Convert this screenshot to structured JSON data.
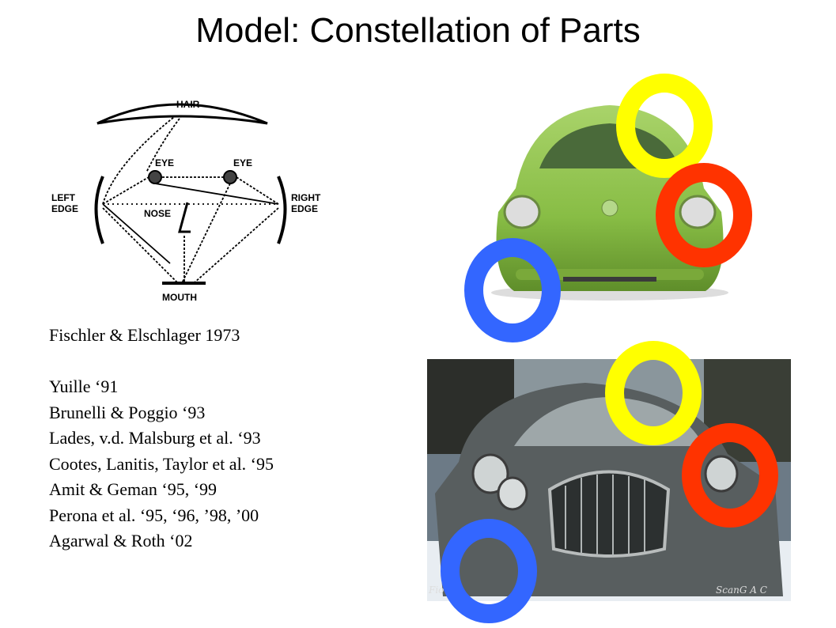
{
  "slide": {
    "title": "Model: Constellation of Parts"
  },
  "diagram": {
    "labels": {
      "hair": "HAIR",
      "eye_left": "EYE",
      "eye_right": "EYE",
      "left_edge_1": "LEFT",
      "left_edge_2": "EDGE",
      "right_edge_1": "RIGHT",
      "right_edge_2": "EDGE",
      "nose": "NOSE",
      "mouth": "MOUTH"
    }
  },
  "references": {
    "origin": "Fischler & Elschlager 1973",
    "items": [
      "Yuille ‘91",
      "Brunelli & Poggio ‘93",
      "Lades, v.d. Malsburg et al. ‘93",
      "Cootes, Lanitis, Taylor et al. ‘95",
      "Amit & Geman ‘95, ‘99",
      "Perona et al.  ‘95, ‘96, ’98, ’00",
      "Agarwal & Roth ‘02"
    ]
  },
  "photo2": {
    "caption_left": "Fio",
    "caption_right": "ScanG A C"
  },
  "colors": {
    "ring_yellow": "#ffff00",
    "ring_red": "#ff3300",
    "ring_blue": "#3366ff",
    "beetle_green": "#8dc04a"
  },
  "icons": {
    "car_top": "vw-beetle-photo",
    "car_bottom": "vintage-car-photo",
    "part_marker": "ring-icon"
  }
}
